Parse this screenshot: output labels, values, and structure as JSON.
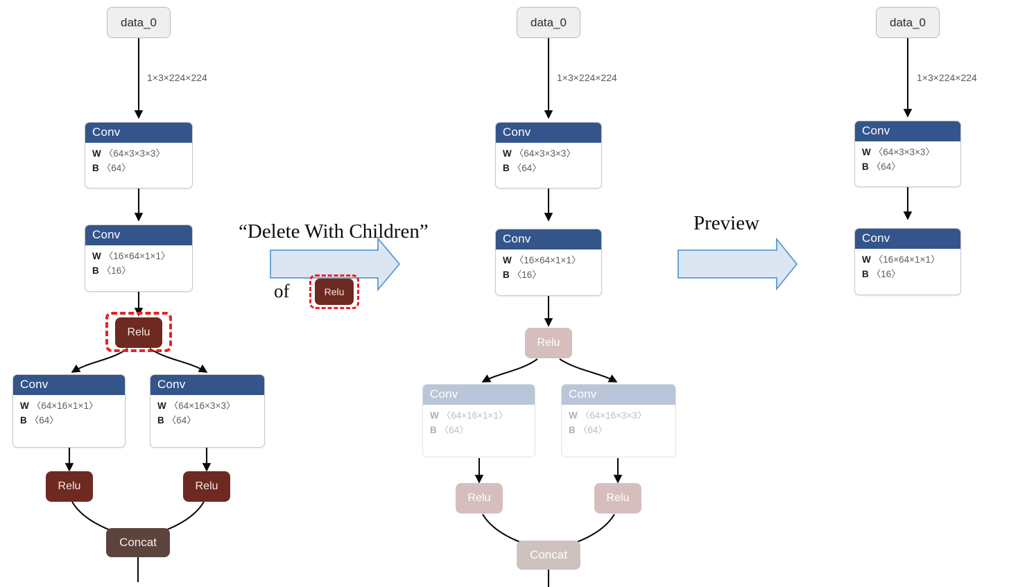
{
  "graphs": [
    {
      "id": "original",
      "nodes": [
        {
          "key": "data0",
          "type": "io",
          "label": "data_0"
        },
        {
          "key": "conv1",
          "type": "op",
          "label": "Conv",
          "params": [
            {
              "k": "W",
              "v": "〈64×3×3×3〉"
            },
            {
              "k": "B",
              "v": "〈64〉"
            }
          ]
        },
        {
          "key": "conv2",
          "type": "op",
          "label": "Conv",
          "params": [
            {
              "k": "W",
              "v": "〈16×64×1×1〉"
            },
            {
              "k": "B",
              "v": "〈16〉"
            }
          ]
        },
        {
          "key": "relu1",
          "type": "relu",
          "label": "Relu",
          "selected": true
        },
        {
          "key": "conv3",
          "type": "op",
          "label": "Conv",
          "params": [
            {
              "k": "W",
              "v": "〈64×16×1×1〉"
            },
            {
              "k": "B",
              "v": "〈64〉"
            }
          ]
        },
        {
          "key": "conv4",
          "type": "op",
          "label": "Conv",
          "params": [
            {
              "k": "W",
              "v": "〈64×16×3×3〉"
            },
            {
              "k": "B",
              "v": "〈64〉"
            }
          ]
        },
        {
          "key": "relu2",
          "type": "relu",
          "label": "Relu"
        },
        {
          "key": "relu3",
          "type": "relu",
          "label": "Relu"
        },
        {
          "key": "concat",
          "type": "concat",
          "label": "Concat"
        }
      ],
      "edge_label": "1×3×224×224"
    },
    {
      "id": "preview",
      "nodes": [
        {
          "key": "data0",
          "type": "io",
          "label": "data_0"
        },
        {
          "key": "conv1",
          "type": "op",
          "label": "Conv",
          "params": [
            {
              "k": "W",
              "v": "〈64×3×3×3〉"
            },
            {
              "k": "B",
              "v": "〈64〉"
            }
          ]
        },
        {
          "key": "conv2",
          "type": "op",
          "label": "Conv",
          "params": [
            {
              "k": "W",
              "v": "〈16×64×1×1〉"
            },
            {
              "k": "B",
              "v": "〈16〉"
            }
          ]
        },
        {
          "key": "relu1",
          "type": "relu",
          "label": "Relu",
          "ghost": true
        },
        {
          "key": "conv3",
          "type": "op",
          "label": "Conv",
          "ghost": true,
          "params": [
            {
              "k": "W",
              "v": "〈64×16×1×1〉"
            },
            {
              "k": "B",
              "v": "〈64〉"
            }
          ]
        },
        {
          "key": "conv4",
          "type": "op",
          "label": "Conv",
          "ghost": true,
          "params": [
            {
              "k": "W",
              "v": "〈64×16×3×3〉"
            },
            {
              "k": "B",
              "v": "〈64〉"
            }
          ]
        },
        {
          "key": "relu2",
          "type": "relu",
          "label": "Relu",
          "ghost": true
        },
        {
          "key": "relu3",
          "type": "relu",
          "label": "Relu",
          "ghost": true
        },
        {
          "key": "concat",
          "type": "concat",
          "label": "Concat",
          "ghost": true
        }
      ],
      "edge_label": "1×3×224×224"
    },
    {
      "id": "result",
      "nodes": [
        {
          "key": "data0",
          "type": "io",
          "label": "data_0"
        },
        {
          "key": "conv1",
          "type": "op",
          "label": "Conv",
          "params": [
            {
              "k": "W",
              "v": "〈64×3×3×3〉"
            },
            {
              "k": "B",
              "v": "〈64〉"
            }
          ]
        },
        {
          "key": "conv2",
          "type": "op",
          "label": "Conv",
          "params": [
            {
              "k": "W",
              "v": "〈16×64×1×1〉"
            },
            {
              "k": "B",
              "v": "〈16〉"
            }
          ]
        }
      ],
      "edge_label": "1×3×224×224"
    }
  ],
  "annotations": {
    "action_title": "“Delete With Children”",
    "action_of": "of",
    "action_target": "Relu",
    "preview_title": "Preview"
  },
  "colors": {
    "conv_header": "#34558b",
    "conv_header_ghost": "#b9c5d8",
    "relu": "#6e2a20",
    "relu_ghost": "#d6bebe",
    "concat": "#5c443c",
    "concat_ghost": "#cfc2be",
    "io_fill": "#efefef",
    "selection": "#ee2020",
    "arrow_fill": "#dce6f2",
    "arrow_stroke": "#5b9bd5",
    "edge": "#0a0a0a"
  }
}
